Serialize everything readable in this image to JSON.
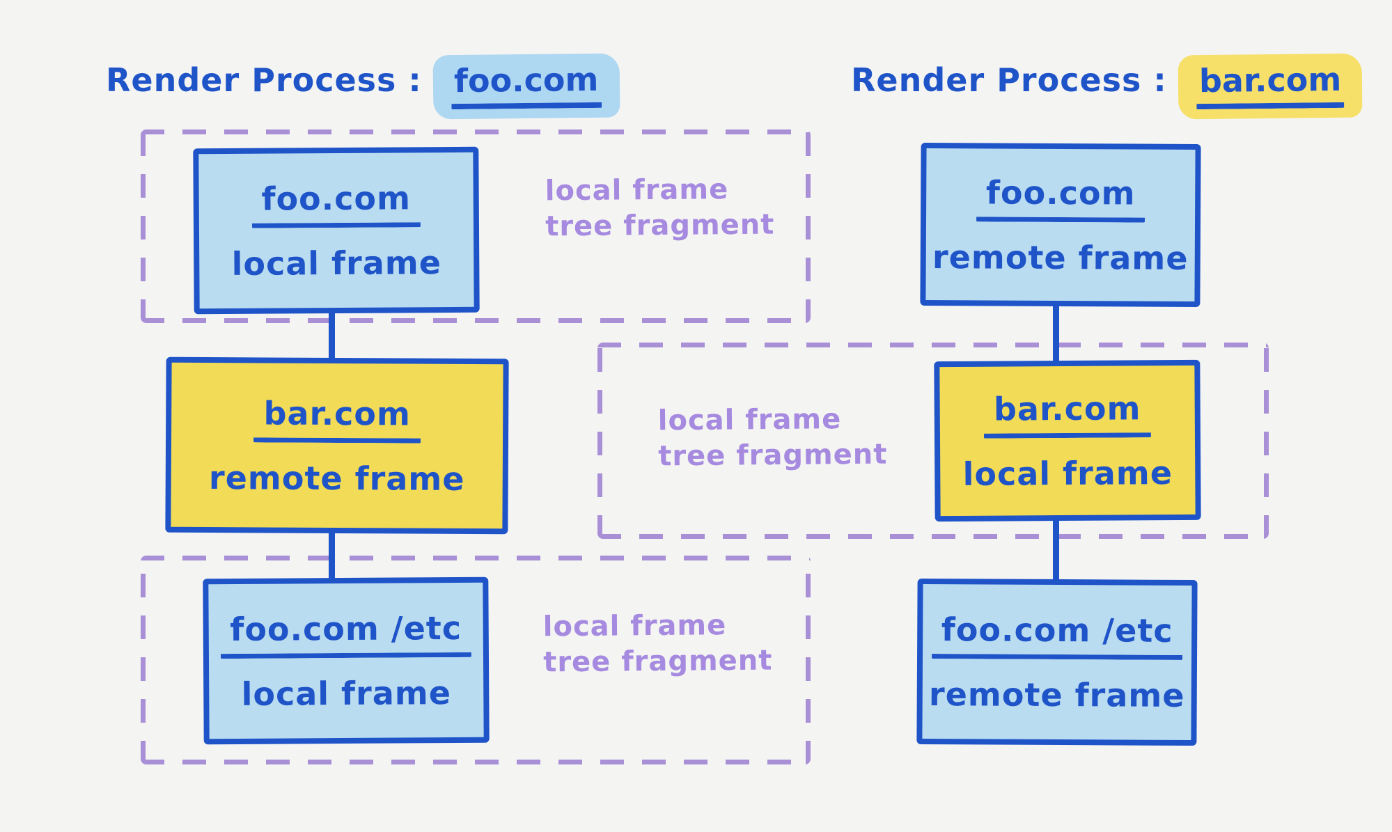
{
  "diagram": {
    "left": {
      "title_prefix": "Render Process :",
      "title_domain": "foo.com",
      "nodes": [
        {
          "domain": "foo.com",
          "type": "local frame"
        },
        {
          "domain": "bar.com",
          "type": "remote frame"
        },
        {
          "domain": "foo.com /etc",
          "type": "local frame"
        }
      ],
      "fragment_labels": [
        {
          "line1": "local frame",
          "line2": "tree fragment"
        },
        {
          "line1": "local frame",
          "line2": "tree fragment"
        }
      ]
    },
    "right": {
      "title_prefix": "Render Process :",
      "title_domain": "bar.com",
      "nodes": [
        {
          "domain": "foo.com",
          "type": "remote frame"
        },
        {
          "domain": "bar.com",
          "type": "local frame"
        },
        {
          "domain": "foo.com /etc",
          "type": "remote frame"
        }
      ],
      "fragment_labels": [
        {
          "line1": "local frame",
          "line2": "tree fragment"
        }
      ]
    },
    "colors": {
      "ink_blue": "#1f54c9",
      "fill_blue": "#b9dcf0",
      "fill_yellow": "#f2db56",
      "highlight_blue": "#aed7f2",
      "highlight_yellow": "#f6e06a",
      "purple": "#a98fd6",
      "purple_text": "#a58ae0",
      "background": "#f4f4f2"
    }
  }
}
